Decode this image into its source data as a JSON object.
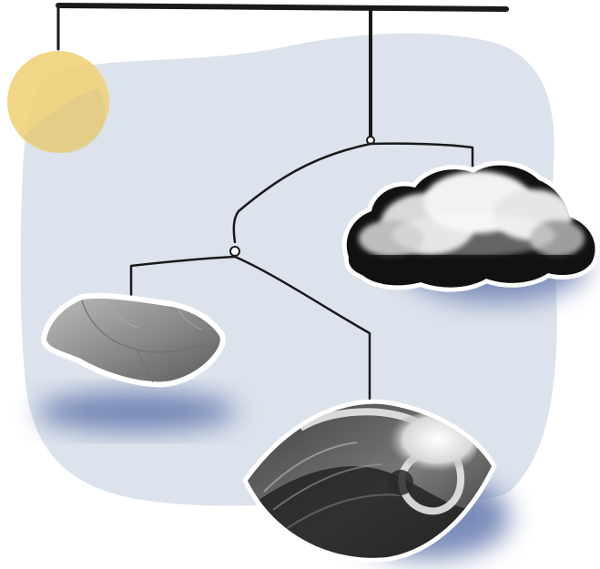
{
  "scene": {
    "subject": "hanging mobile",
    "objects": [
      "sun",
      "cloud",
      "rock",
      "wave"
    ]
  },
  "colors": {
    "background": "#ffffff",
    "backdrop": "#dde3ec",
    "sun": "#f0d27a",
    "shadow": "#5a6fa8",
    "wire": "#1a1a1a",
    "cloud_dark": "#111111",
    "cloud_light": "#f2f2f2",
    "rock": "#8c8c8c",
    "wave_dark": "#2e2e2e",
    "wave_light": "#e8e8e8",
    "outline": "#ffffff"
  },
  "icons": {
    "sun": "sun-icon",
    "cloud": "cloud-icon",
    "rock": "rock-icon",
    "wave": "wave-icon"
  }
}
